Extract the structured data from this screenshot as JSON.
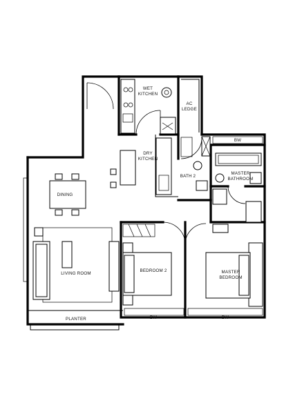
{
  "plan": {
    "rooms": {
      "wet_kitchen": [
        "WET",
        "KITCHEN"
      ],
      "ac_ledge": [
        "AC",
        "LEDGE"
      ],
      "dry_kitchen": [
        "DRY",
        "KITCHEN"
      ],
      "dining": "DINING",
      "bath2": "BATH 2",
      "master_bath": [
        "MASTER",
        "BATHROOM"
      ],
      "living_room": "LIVING ROOM",
      "bedroom2": "BEDROOM 2",
      "master_bedroom": [
        "MASTER",
        "BEDROOM"
      ],
      "planter": "PLANTER",
      "bw_top": "BW",
      "bw_bedroom2": "BW",
      "bw_master": "BW"
    }
  }
}
